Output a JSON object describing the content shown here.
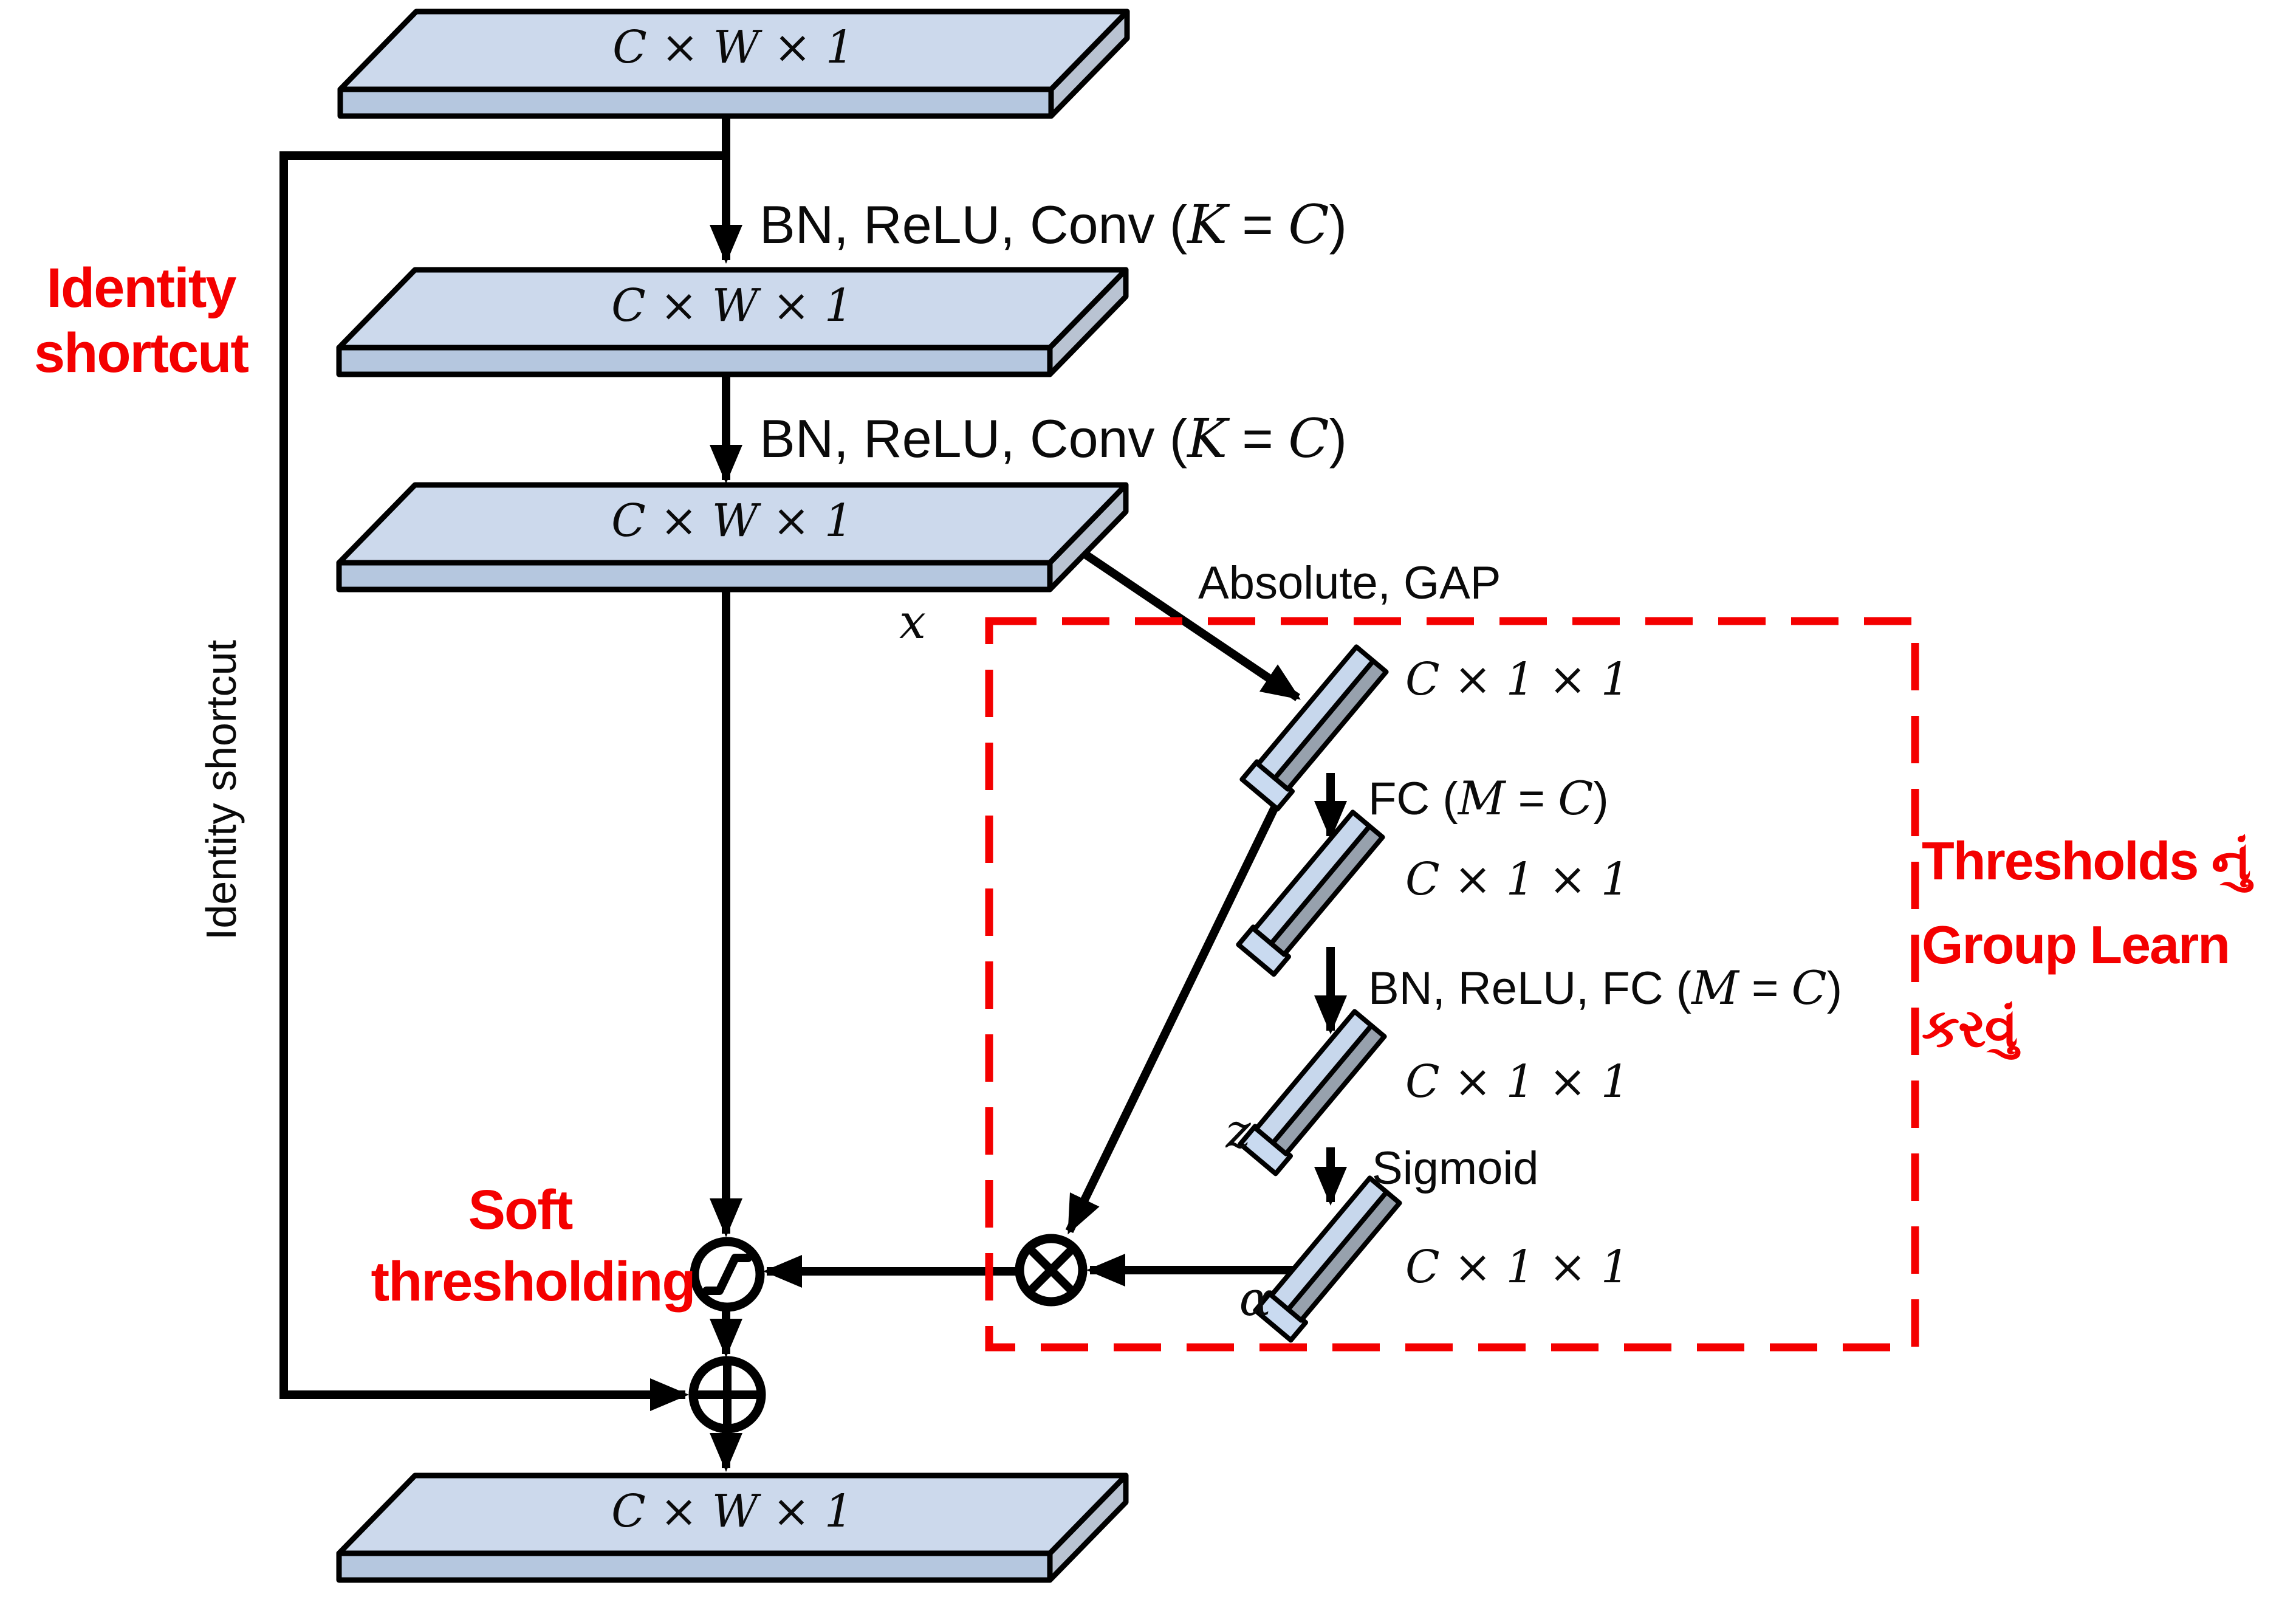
{
  "colors": {
    "accent_red": "#f40000",
    "slab_top": "#ccd9ec",
    "slab_front": "#b5c7df",
    "slab_side": "#b9c3d2",
    "bar_top": "#c7d7ec",
    "bar_side": "#97a1ad",
    "bar_cap": "#c9daf0",
    "outline": "#000000"
  },
  "slabs": [
    {
      "label": "C × W × 1"
    },
    {
      "label": "C × W × 1"
    },
    {
      "label": "C × W × 1"
    },
    {
      "label": "C × W × 1"
    }
  ],
  "bars": [
    {
      "label": "C × 1 × 1"
    },
    {
      "label": "C × 1 × 1"
    },
    {
      "label": "C × 1 × 1"
    },
    {
      "label": "C × 1 × 1"
    }
  ],
  "flow": {
    "conv1": {
      "pre": "BN, ReLU, Conv (",
      "var1": "K",
      "eq": " = ",
      "var2": "C",
      "post": ")"
    },
    "conv2": {
      "pre": "BN, ReLU, Conv (",
      "var1": "K",
      "eq": " = ",
      "var2": "C",
      "post": ")"
    },
    "abs_gap": "Absolute, GAP",
    "fc": {
      "pre": "FC (",
      "var1": "M",
      "eq": " = ",
      "var2": "C",
      "post": ")"
    },
    "bn_relu_fc": {
      "pre": "BN, ReLU, FC (",
      "var1": "M",
      "eq": " = ",
      "var2": "C",
      "post": ")"
    },
    "sigmoid": "Sigmoid"
  },
  "vars": {
    "x": "x",
    "z": "z",
    "alpha": "α"
  },
  "annotations": {
    "identity_shortcut": {
      "line1": "Identity",
      "line2": "shortcut"
    },
    "identity_shortcut_rotated": "Identity shortcut",
    "soft_thresholding": {
      "line1": "Soft",
      "line2": "thresholding"
    },
    "thresholds_note": {
      "line1": "Thresholds નું",
      "line2": "Group Learn",
      "line3": "કરવું"
    }
  }
}
